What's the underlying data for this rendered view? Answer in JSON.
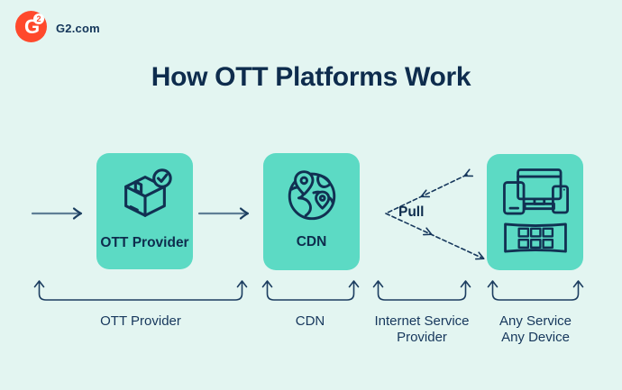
{
  "header": {
    "logo": {
      "letter": "G",
      "superscript": "2"
    },
    "site_label": "G2.com"
  },
  "title": "How OTT Platforms Work",
  "flow": {
    "boxes": [
      {
        "label": "OTT Provider",
        "icon": "package-check-icon"
      },
      {
        "label": "CDN",
        "icon": "globe-location-pins-icon"
      },
      {
        "label": "",
        "icon": "multi-device-screens-icon"
      }
    ],
    "pull_label": "Pull"
  },
  "legend": {
    "items": [
      {
        "label": "OTT Provider"
      },
      {
        "label": "CDN"
      },
      {
        "label": "Internet Service\nProvider"
      },
      {
        "label": "Any Service\nAny Device"
      }
    ]
  },
  "colors": {
    "background": "#e3f5f1",
    "card_teal": "#5cdac4",
    "navy": "#0e2c4d",
    "logo_red": "#ff492c",
    "arrow_shaft": "#5f7f96",
    "bracket_navy": "#1c3d60"
  }
}
